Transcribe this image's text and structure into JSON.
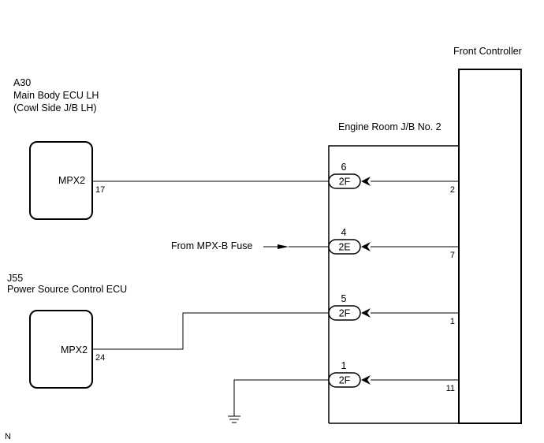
{
  "components": {
    "a30": {
      "ref": "A30",
      "name": "Main Body ECU LH",
      "location": "(Cowl Side J/B LH)",
      "terminal_name": "MPX2",
      "pin": "17"
    },
    "j55": {
      "ref": "J55",
      "name": "Power Source Control ECU",
      "terminal_name": "MPX2",
      "pin": "24"
    },
    "front_controller": {
      "name": "Front Controller"
    },
    "engine_room_jb": {
      "name": "Engine Room J/B No. 2"
    }
  },
  "connectors": [
    {
      "code": "2F",
      "pin": "6",
      "controller_pin": "2"
    },
    {
      "code": "2E",
      "pin": "4",
      "controller_pin": "7"
    },
    {
      "code": "2F",
      "pin": "5",
      "controller_pin": "1"
    },
    {
      "code": "2F",
      "pin": "1",
      "controller_pin": "11"
    }
  ],
  "fuse_label": "From MPX-B Fuse",
  "ground_symbol": "ground-icon",
  "corner_mark": "N"
}
